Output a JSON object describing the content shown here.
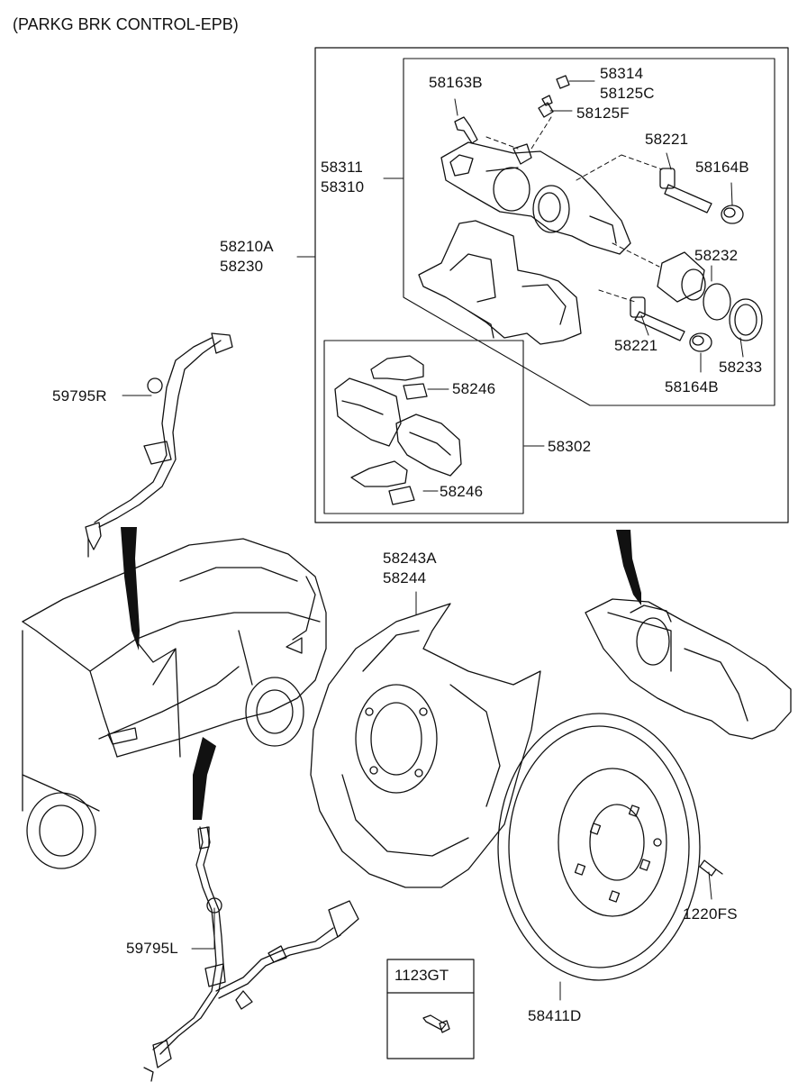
{
  "title": "(PARKG BRK CONTROL-EPB)",
  "labels": {
    "p58163B": "58163B",
    "p58314": "58314",
    "p58125C": "58125C",
    "p58125F": "58125F",
    "p58221_top": "58221",
    "p58164B_top": "58164B",
    "p58311": "58311",
    "p58310": "58310",
    "p58210A": "58210A",
    "p58230": "58230",
    "p58232": "58232",
    "p58221_bot": "58221",
    "p58233": "58233",
    "p58164B_bot": "58164B",
    "p58246_top": "58246",
    "p58302": "58302",
    "p58246_bot": "58246",
    "p59795R": "59795R",
    "p58243A": "58243A",
    "p58244": "58244",
    "p59795L": "59795L",
    "p1220FS": "1220FS",
    "p58411D": "58411D",
    "p1123GT": "1123GT"
  }
}
